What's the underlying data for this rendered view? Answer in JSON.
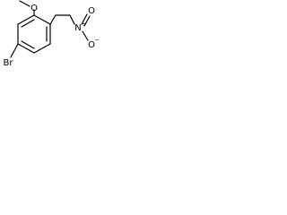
{
  "molecule": {
    "atoms": {
      "bromine": "Br",
      "nitrogen": "N",
      "nitro_oxygen_top": "O",
      "nitro_oxygen_bottom": "O",
      "methoxy_oxygen": "O"
    },
    "charges": {
      "nitrogen": "+",
      "nitro_oxygen_bottom": "−"
    },
    "colors": {
      "bond": "#000000",
      "label": "#000000",
      "background": "#ffffff"
    }
  }
}
